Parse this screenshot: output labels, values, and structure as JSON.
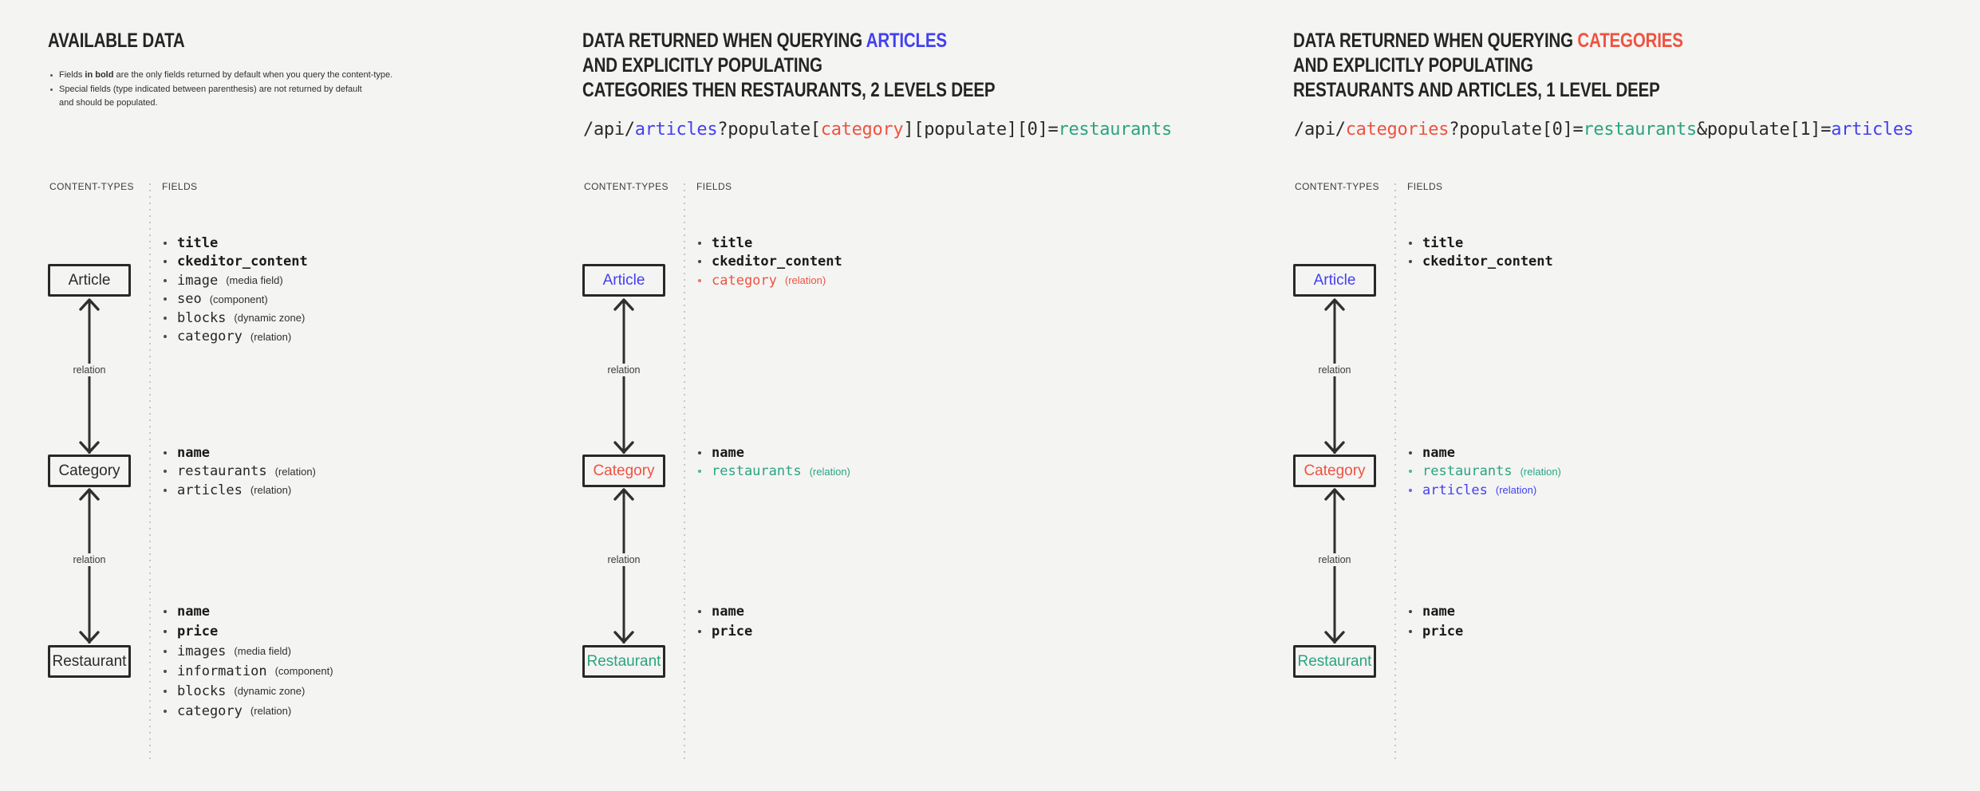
{
  "palette": {
    "blue": "#4340ef",
    "red": "#ee5340",
    "teal": "#2aa47f",
    "dark": "#2b2b2b"
  },
  "labels": {
    "content_types": "CONTENT-TYPES",
    "fields": "FIELDS",
    "relation": "relation"
  },
  "col1": {
    "title": "AVAILABLE DATA",
    "note1_pre": "Fields ",
    "note1_bold": "in bold",
    "note1_post": " are the only fields returned by default when you query the content-type.",
    "note2_line1": "Special fields (type indicated between parenthesis) are not returned by default",
    "note2_line2": "and should be populated.",
    "boxes": {
      "article": "Article",
      "category": "Category",
      "restaurant": "Restaurant"
    },
    "article_fields": [
      {
        "name": "title",
        "bold": true
      },
      {
        "name": "ckeditor_content",
        "bold": true
      },
      {
        "name": "image",
        "type": "(media field)"
      },
      {
        "name": "seo",
        "type": "(component)"
      },
      {
        "name": "blocks",
        "type": "(dynamic zone)"
      },
      {
        "name": "category",
        "type": "(relation)"
      }
    ],
    "category_fields": [
      {
        "name": "name",
        "bold": true
      },
      {
        "name": "restaurants",
        "type": "(relation)"
      },
      {
        "name": "articles",
        "type": "(relation)"
      }
    ],
    "restaurant_fields": [
      {
        "name": "name",
        "bold": true
      },
      {
        "name": "price",
        "bold": true
      },
      {
        "name": "images",
        "type": "(media field)"
      },
      {
        "name": "information",
        "type": "(component)"
      },
      {
        "name": "blocks",
        "type": "(dynamic zone)"
      },
      {
        "name": "category",
        "type": "(relation)"
      }
    ]
  },
  "col2": {
    "heading": {
      "line1_pre": "DATA RETURNED WHEN QUERYING ",
      "line1_keyword": "ARTICLES",
      "keyword_color": "blue",
      "line2": "AND EXPLICITLY POPULATING",
      "line3": "CATEGORIES THEN RESTAURANTS, 2 LEVELS DEEP"
    },
    "code": [
      {
        "t": "/api/",
        "c": "dark"
      },
      {
        "t": "articles",
        "c": "blue"
      },
      {
        "t": "?populate[",
        "c": "dark"
      },
      {
        "t": "category",
        "c": "red"
      },
      {
        "t": "][populate][0]=",
        "c": "dark"
      },
      {
        "t": "restaurants",
        "c": "teal"
      }
    ],
    "boxes": {
      "article": "Article",
      "category": "Category",
      "restaurant": "Restaurant"
    },
    "box_colors": {
      "article": "blue",
      "category": "red",
      "restaurant": "teal"
    },
    "article_fields": [
      {
        "name": "title",
        "bold": true
      },
      {
        "name": "ckeditor_content",
        "bold": true
      },
      {
        "name": "category",
        "type": "(relation)",
        "color": "red"
      }
    ],
    "category_fields": [
      {
        "name": "name",
        "bold": true
      },
      {
        "name": "restaurants",
        "type": "(relation)",
        "color": "teal"
      }
    ],
    "restaurant_fields": [
      {
        "name": "name",
        "bold": true
      },
      {
        "name": "price",
        "bold": true
      }
    ]
  },
  "col3": {
    "heading": {
      "line1_pre": "DATA RETURNED WHEN QUERYING ",
      "line1_keyword": "CATEGORIES",
      "keyword_color": "red",
      "line2": "AND EXPLICITLY POPULATING",
      "line3": "RESTAURANTS AND ARTICLES, 1 LEVEL DEEP"
    },
    "code": [
      {
        "t": "/api/",
        "c": "dark"
      },
      {
        "t": "categories",
        "c": "red"
      },
      {
        "t": "?populate[0]=",
        "c": "dark"
      },
      {
        "t": "restaurants",
        "c": "teal"
      },
      {
        "t": "&populate[1]=",
        "c": "dark"
      },
      {
        "t": "articles",
        "c": "blue"
      }
    ],
    "boxes": {
      "article": "Article",
      "category": "Category",
      "restaurant": "Restaurant"
    },
    "box_colors": {
      "article": "blue",
      "category": "red",
      "restaurant": "teal"
    },
    "article_fields": [
      {
        "name": "title",
        "bold": true
      },
      {
        "name": "ckeditor_content",
        "bold": true
      }
    ],
    "category_fields": [
      {
        "name": "name",
        "bold": true
      },
      {
        "name": "restaurants",
        "type": "(relation)",
        "color": "teal"
      },
      {
        "name": "articles",
        "type": "(relation)",
        "color": "blue"
      }
    ],
    "restaurant_fields": [
      {
        "name": "name",
        "bold": true
      },
      {
        "name": "price",
        "bold": true
      }
    ]
  }
}
